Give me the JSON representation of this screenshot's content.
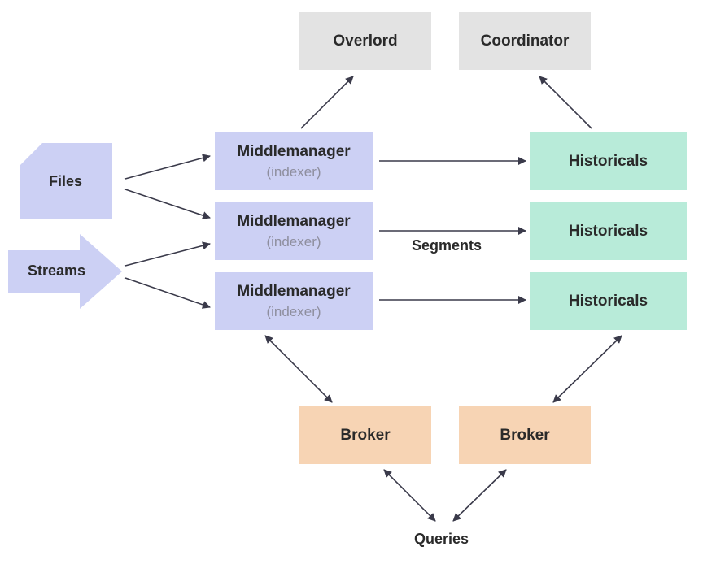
{
  "nodes": {
    "overlord": "Overlord",
    "coordinator": "Coordinator",
    "files": "Files",
    "streams": "Streams",
    "middlemanager": "Middlemanager",
    "indexer": "(indexer)",
    "historicals": "Historicals",
    "broker": "Broker"
  },
  "edge_labels": {
    "segments": "Segments",
    "queries": "Queries"
  },
  "colors": {
    "master": "#e3e3e3",
    "ingest": "#ccd0f4",
    "historical": "#b8ebd9",
    "broker": "#f7d4b4",
    "arrow": "#3a3a4a"
  }
}
